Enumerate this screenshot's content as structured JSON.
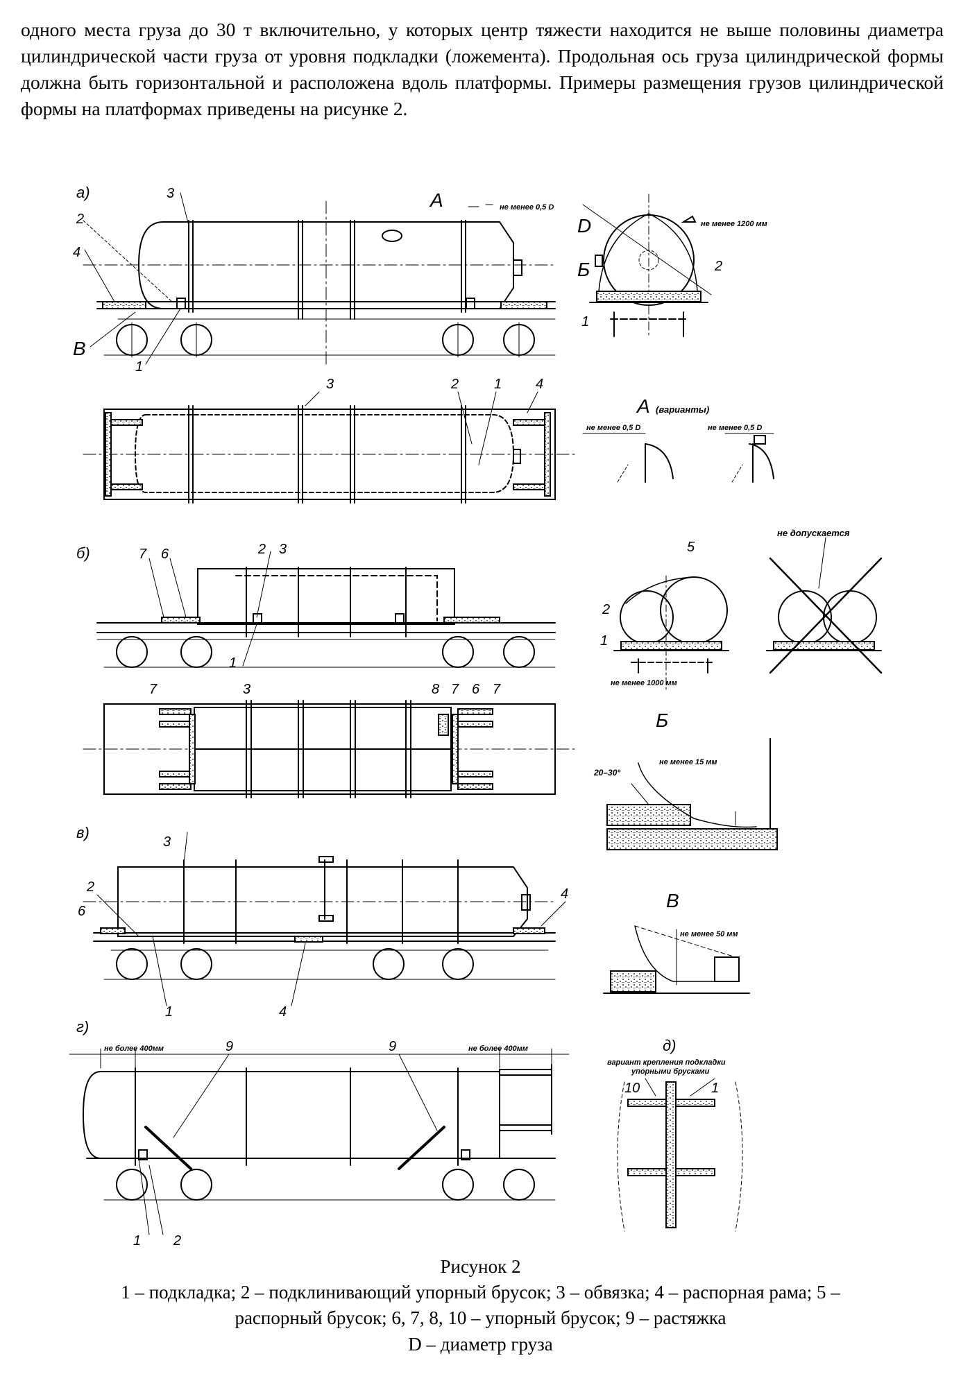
{
  "text": {
    "paragraph": "одного места груза до 30 т включительно, у которых центр тяжести находится не выше половины диаметра цилиндрической части груза от уровня подкладки (ложемента). Продольная ось груза цилиндрической формы должна быть горизонтальной и расположена вдоль платформы. Примеры размещения грузов цилиндрической формы на платформах приведены на рисунке 2."
  },
  "figure": {
    "panel_labels": {
      "a": "а)",
      "b": "б)",
      "v": "в)",
      "g": "г)",
      "d": "д)"
    },
    "view_labels": {
      "A": "A",
      "A_variants_title": "А",
      "A_variants_sub": "(варианты)",
      "B_cyr": "Б",
      "B_view": "Б",
      "V_lat": "B",
      "V_view": "В",
      "D": "D"
    },
    "annotations": {
      "not_less_05D": "не менее 0,5 D",
      "not_less_1200": "не менее 1200 мм",
      "not_less_1000": "не менее 1000 мм",
      "not_allowed": "не допускается",
      "angle": "20–30°",
      "not_less_15": "не менее 15 мм",
      "not_less_50": "не менее 50 мм",
      "not_more_400_left": "не более 400мм",
      "not_more_400_right": "не более 400мм",
      "variant_fixing_1": "вариант крепления подкладки",
      "variant_fixing_2": "упорными брусками"
    },
    "numbers": {
      "n1": "1",
      "n2": "2",
      "n3": "3",
      "n4": "4",
      "n5": "5",
      "n6": "6",
      "n7": "7",
      "n8": "8",
      "n9": "9",
      "n10": "10"
    }
  },
  "caption": {
    "title": "Рисунок 2",
    "legend_line1": "1 – подкладка; 2 – подклинивающий упорный брусок; 3 – обвязка; 4 – распорная рама;  5 –",
    "legend_line2": "распорный брусок; 6, 7, 8, 10 – упорный брусок; 9 – растяжка",
    "legend_line3": "D – диаметр груза"
  }
}
